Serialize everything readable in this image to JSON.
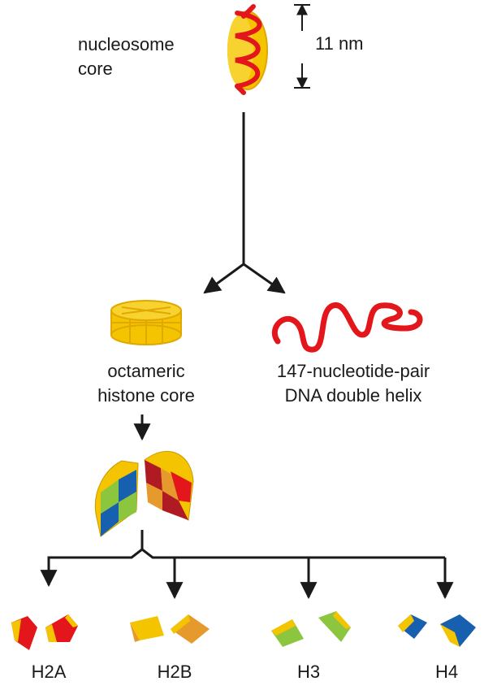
{
  "labels": {
    "nucleosome_core": [
      "nucleosome",
      "core"
    ],
    "size": "11 nm",
    "histone_core": [
      "octameric",
      "histone core"
    ],
    "dna": [
      "147-nucleotide-pair",
      "DNA double helix"
    ]
  },
  "histones": [
    "H2A",
    "H2B",
    "H3",
    "H4"
  ],
  "colors": {
    "yellow": "#f5c400",
    "yellow_dark": "#e0a800",
    "red": "#e3171b",
    "dark_red": "#b01a22",
    "orange": "#e69a2e",
    "green": "#8cc63f",
    "blue": "#1760b0",
    "arrow": "#1a1a1a"
  }
}
